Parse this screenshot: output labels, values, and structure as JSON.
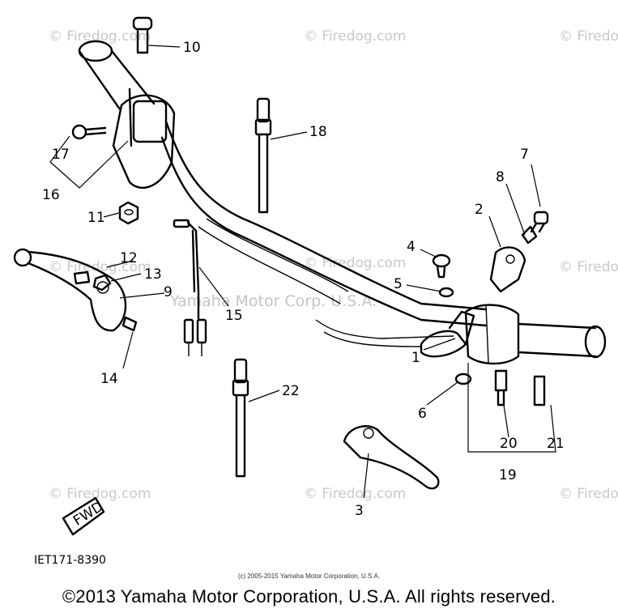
{
  "watermark": {
    "text": "© Firedog.com",
    "center_text": "Yamaha Motor Corp. U.S.A."
  },
  "callouts": {
    "c1": "1",
    "c2": "2",
    "c3": "3",
    "c4": "4",
    "c5": "5",
    "c6": "6",
    "c7": "7",
    "c8": "8",
    "c9": "9",
    "c10": "10",
    "c11": "11",
    "c12": "12",
    "c13": "13",
    "c14": "14",
    "c15": "15",
    "c16": "16",
    "c17": "17",
    "c18": "18",
    "c19": "19",
    "c20": "20",
    "c21": "21",
    "c22": "22"
  },
  "badge": {
    "fwd": "FWD"
  },
  "diagram_code": "IET171-8390",
  "copyright_small": "(c) 2005-2015 Yamaha Motor Corporation, U.S.A.",
  "copyright_main": "©2013 Yamaha Motor Corporation, U.S.A. All rights reserved."
}
